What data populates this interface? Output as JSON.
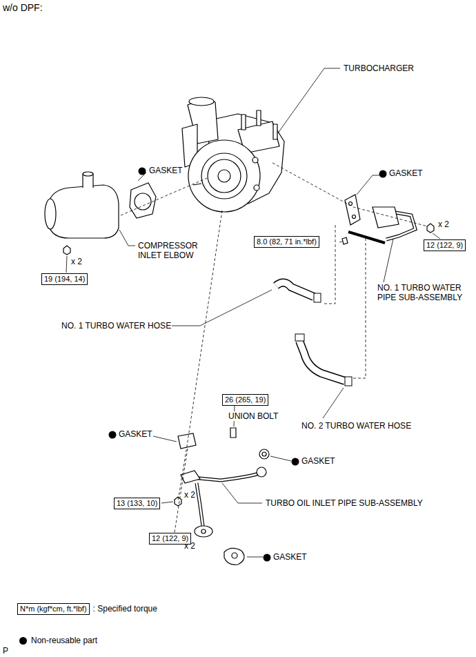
{
  "diagram": {
    "title": "w/o DPF:",
    "nodes": [
      {
        "text": [
          "8.0 (82, 71 in.*lbf)"
        ]
      },
      {
        "text": [
          "12 (122, 9)"
        ]
      },
      {
        "text": [
          "19 (194, 14)"
        ]
      },
      {
        "text": [
          "26 (265, 19)"
        ]
      },
      {
        "text": [
          "13 (133, 10)"
        ]
      },
      {
        "text": [
          "12 (122, 9)"
        ]
      },
      {
        "text": [
          "N*m (kgf*cm, ft.*lbf)"
        ]
      }
    ],
    "edges": [],
    "labels": [
      "TURBOCHARGER",
      "GASKET",
      "GASKET",
      "x 2",
      "x 2",
      "COMPRESSOR INLET ELBOW",
      "NO. 1 TURBO WATER PIPE SUB-ASSEMBLY",
      "NO. 1 TURBO WATER HOSE",
      "NO. 2 TURBO WATER HOSE",
      "GASKET",
      "UNION BOLT",
      "GASKET",
      "TURBO OIL INLET PIPE SUB-ASSEMBLY",
      "x 2",
      "x 2",
      "GASKET",
      "P"
    ],
    "legend": [
      {
        "text": ": Specified torque"
      },
      {
        "text": "Non-reusable part",
        "color": "#000000"
      }
    ]
  }
}
